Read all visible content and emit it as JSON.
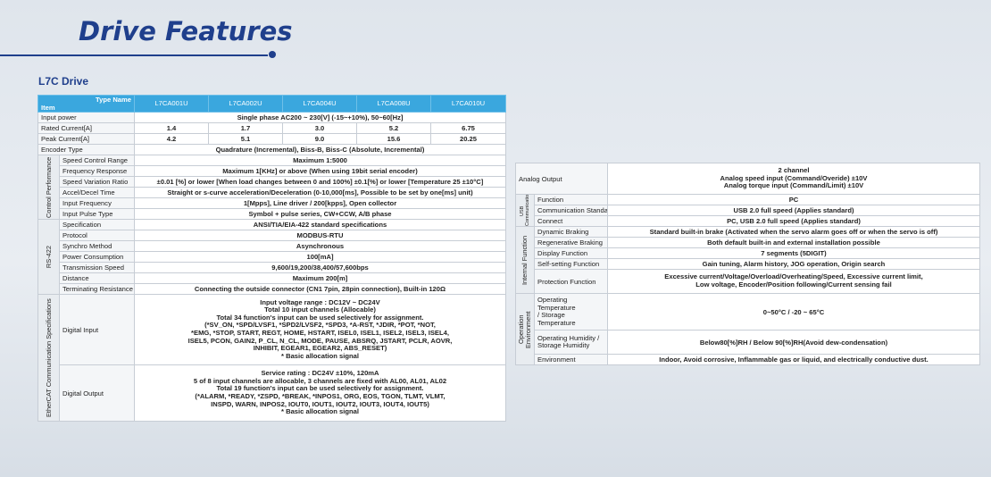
{
  "page_title": "Drive Features",
  "subtitle": "L7C Drive",
  "left_table": {
    "corner_top": "Type Name",
    "corner_bottom": "Item",
    "models": [
      "L7CA001U",
      "L7CA002U",
      "L7CA004U",
      "L7CA008U",
      "L7CA010U"
    ],
    "input_power_label": "Input power",
    "input_power_value": "Single phase AC200 ~ 230[V] (-15~+10%), 50~60[Hz]",
    "rated_current_label": "Rated Current[A]",
    "rated_current": [
      "1.4",
      "1.7",
      "3.0",
      "5.2",
      "6.75"
    ],
    "peak_current_label": "Peak Current[A]",
    "peak_current": [
      "4.2",
      "5.1",
      "9.0",
      "15.6",
      "20.25"
    ],
    "encoder_label": "Encoder Type",
    "encoder_value": "Quadrature (Incremental), Biss-B, Biss-C (Absolute, Incremental)",
    "control_cat": "Control Performance",
    "control": [
      {
        "label": "Speed Control Range",
        "value": "Maximum 1:5000"
      },
      {
        "label": "Frequency Response",
        "value": "Maximum 1[KHz] or above (When using 19bit serial encoder)"
      },
      {
        "label": "Speed Variation Ratio",
        "value": "±0.01 [%] or lower [When load changes between 0 and 100%] ±0.1[%] or lower [Temperature 25 ±10°C]"
      },
      {
        "label": "Accel/Decel Time",
        "value": "Straight or s-curve acceleration/Deceleration (0-10,000[ms], Possible to be set by one[ms] unit)"
      },
      {
        "label": "Input Frequency",
        "value": "1[Mpps], Line driver / 200[kpps], Open collector"
      },
      {
        "label": "Input Pulse Type",
        "value": "Symbol + pulse series, CW+CCW, A/B phase"
      }
    ],
    "rs_cat": "RS-422",
    "rs": [
      {
        "label": "Specification",
        "value": "ANSI/TIA/EIA-422 standard specifications"
      },
      {
        "label": "Protocol",
        "value": "MODBUS-RTU"
      },
      {
        "label": "Synchro Method",
        "value": "Asynchronous"
      },
      {
        "label": "Power Consumption",
        "value": "100[mA]"
      },
      {
        "label": "Transmission Speed",
        "value": "9,600/19,200/38,400/57,600bps"
      },
      {
        "label": "Distance",
        "value": "Maximum 200[m]"
      },
      {
        "label": "Terminating Resistance",
        "value": "Connecting the outside connector (CN1 7pin, 28pin connection), Built-in 120Ω"
      }
    ],
    "ecat_cat": "EtherCAT Communication Specifications",
    "digital_input_label": "Digital Input",
    "digital_input_lines": [
      "Input voltage range : DC12V ~ DC24V",
      "Total 10 input channels (Allocable)",
      "Total 34 function's input can be used selectively for assignment.",
      "(*SV_ON, *SPD/LVSF1, *SPD2/LVSF2, *SPD3, *A-RST, *JDIR, *POT, *NOT,",
      "*EMG, *STOP, START, REGT, HOME, HSTART, ISEL0, ISEL1, ISEL2, ISEL3, ISEL4,",
      "ISEL5, PCON, GAIN2, P_CL, N_CL, MODE, PAUSE, ABSRQ, JSTART, PCLR, AOVR,",
      "INHIBIT, EGEAR1, EGEAR2, ABS_RESET)",
      "* Basic allocation signal"
    ],
    "digital_output_label": "Digital Output",
    "digital_output_lines": [
      "Service rating : DC24V ±10%, 120mA",
      "5 of 8 input channels are allocable, 3 channels are fixed with AL00, AL01, AL02",
      "Total 19 function's input can be used selectively for assignment.",
      "(*ALARM, *READY, *ZSPD, *BREAK, *INPOS1, ORG, EOS, TGON, TLMT, VLMT,",
      "INSPD, WARN, INPOS2, IOUT0, IOUT1, IOUT2, IOUT3, IOUT4, IOUT5)",
      "* Basic allocation signal"
    ]
  },
  "right_table": {
    "analog_label": "Analog Output",
    "analog_lines": [
      "2 channel",
      "Analog speed input (Command/Overide) ±10V",
      "Analog torque input (Command/Limit) ±10V"
    ],
    "usb_cat": "USB Communication",
    "usb": [
      {
        "label": "Function",
        "value": "PC"
      },
      {
        "label": "Communication Standard",
        "value": "USB 2.0 full speed (Applies standard)"
      },
      {
        "label": "Connect",
        "value": "PC, USB 2.0 full speed (Applies standard)"
      }
    ],
    "internal_cat": "Internal Function",
    "internal": [
      {
        "label": "Dynamic Braking",
        "value": "Standard built-in brake (Activated when the servo alarm goes off or when the servo is off)"
      },
      {
        "label": "Regenerative Braking",
        "value": "Both default built-in and external installation possible"
      },
      {
        "label": "Display Function",
        "value": "7 segments (5DIGIT)"
      },
      {
        "label": "Self-setting Function",
        "value": "Gain tuning, Alarm history, JOG operation, Origin search"
      }
    ],
    "protection_label": "Protection Function",
    "protection_lines": [
      "Excessive current/Voltage/Overload/Overheating/Speed, Excessive current limit,",
      "Low voltage, Encoder/Position following/Current sensing fail"
    ],
    "env_cat": "Operation Environment",
    "op_temp_label_lines": [
      "Operating Temperature",
      "/ Storage Temperature"
    ],
    "op_temp_value": "0~50°C / -20 ~ 65°C",
    "op_hum_label_lines": [
      "Operating Humidity /",
      "Storage Humidity"
    ],
    "op_hum_value": "Below80[%]RH / Below 90[%]RH(Avoid dew-condensation)",
    "environment_label": "Environment",
    "environment_value": "Indoor, Avoid corrosive, Inflammable gas or liquid, and electrically conductive dust."
  }
}
